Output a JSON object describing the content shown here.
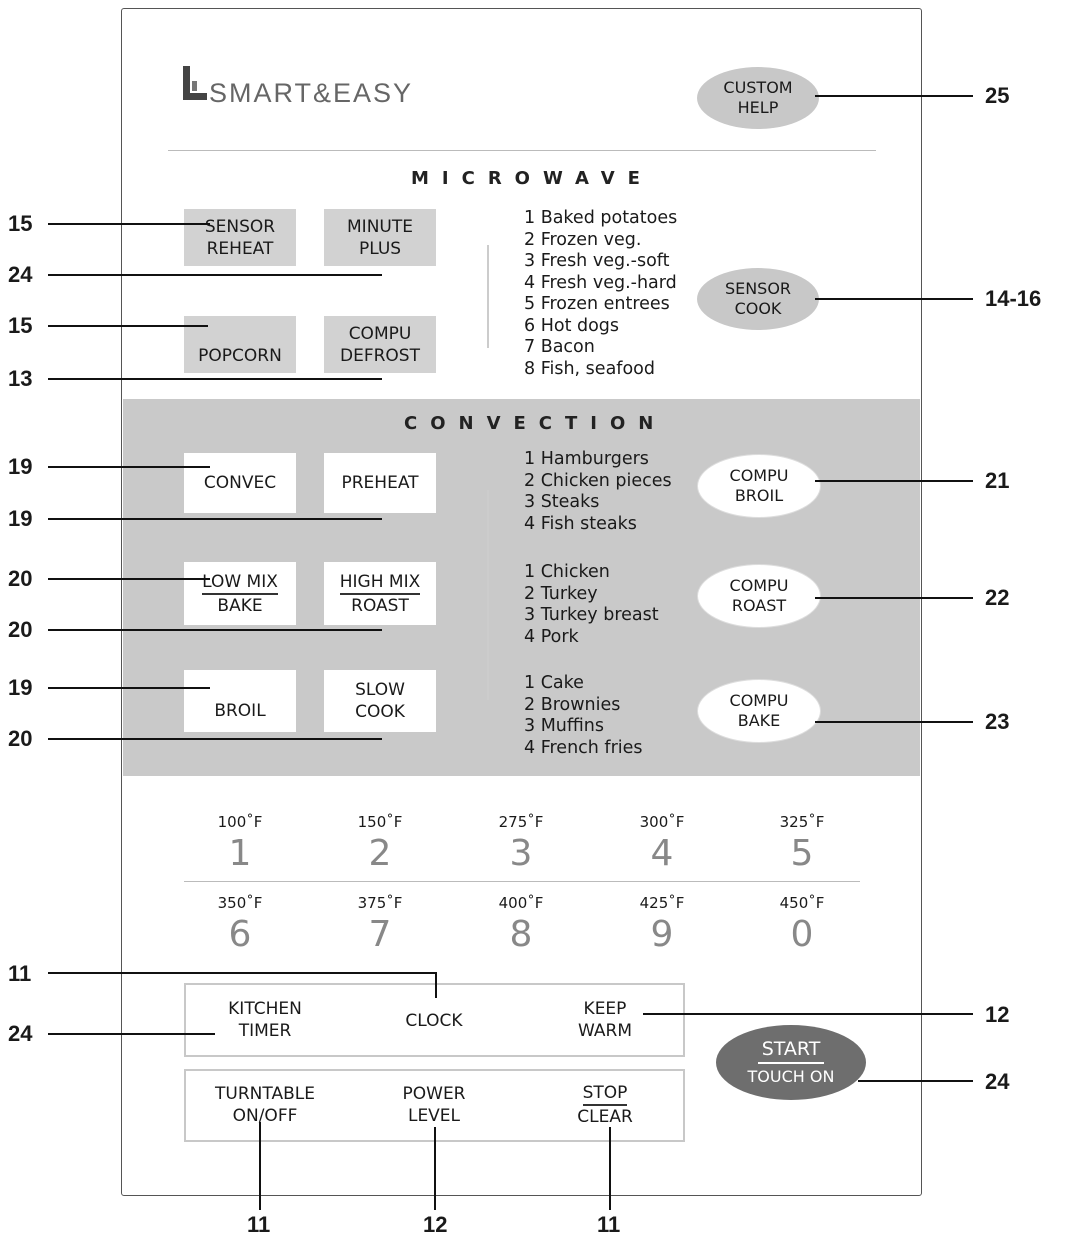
{
  "brand": {
    "logo_text": "SMART&EASY"
  },
  "sections": {
    "microwave_title": "MICROWAVE",
    "convection_title": "CONVECTION"
  },
  "buttons": {
    "custom_help": [
      "CUSTOM",
      "HELP"
    ],
    "sensor_reheat": [
      "SENSOR",
      "REHEAT"
    ],
    "minute_plus": [
      "MINUTE",
      "PLUS"
    ],
    "popcorn": "POPCORN",
    "compu_defrost": [
      "COMPU",
      "DEFROST"
    ],
    "sensor_cook": [
      "SENSOR",
      "COOK"
    ],
    "convec": "CONVEC",
    "preheat": "PREHEAT",
    "low_mix_bake": [
      "LOW MIX",
      "BAKE"
    ],
    "high_mix_roast": [
      "HIGH MIX",
      "ROAST"
    ],
    "broil": "BROIL",
    "slow_cook": [
      "SLOW",
      "COOK"
    ],
    "compu_broil": [
      "COMPU",
      "BROIL"
    ],
    "compu_roast": [
      "COMPU",
      "ROAST"
    ],
    "compu_bake": [
      "COMPU",
      "BAKE"
    ],
    "kitchen_timer": [
      "KITCHEN",
      "TIMER"
    ],
    "clock": "CLOCK",
    "keep_warm": [
      "KEEP",
      "WARM"
    ],
    "turntable": [
      "TURNTABLE",
      "ON/OFF"
    ],
    "power_level": [
      "POWER",
      "LEVEL"
    ],
    "stop_clear": [
      "STOP",
      "CLEAR"
    ],
    "start": [
      "START",
      "TOUCH ON"
    ]
  },
  "lists": {
    "sensor_cook": [
      "1 Baked potatoes",
      "2 Frozen veg.",
      "3 Fresh veg.-soft",
      "4 Fresh veg.-hard",
      "5 Frozen entrees",
      "6 Hot dogs",
      "7 Bacon",
      "8 Fish, seafood"
    ],
    "compu_broil": [
      "1 Hamburgers",
      "2 Chicken pieces",
      "3 Steaks",
      "4 Fish steaks"
    ],
    "compu_roast": [
      "1 Chicken",
      "2 Turkey",
      "3 Turkey breast",
      "4 Pork"
    ],
    "compu_bake": [
      "1 Cake",
      "2 Brownies",
      "3 Muffins",
      "4 French fries"
    ]
  },
  "keypad": [
    {
      "temp": "100˚F",
      "digit": "1"
    },
    {
      "temp": "150˚F",
      "digit": "2"
    },
    {
      "temp": "275˚F",
      "digit": "3"
    },
    {
      "temp": "300˚F",
      "digit": "4"
    },
    {
      "temp": "325˚F",
      "digit": "5"
    },
    {
      "temp": "350˚F",
      "digit": "6"
    },
    {
      "temp": "375˚F",
      "digit": "7"
    },
    {
      "temp": "400˚F",
      "digit": "8"
    },
    {
      "temp": "425˚F",
      "digit": "9"
    },
    {
      "temp": "450˚F",
      "digit": "0"
    }
  ],
  "callouts": {
    "left": [
      "15",
      "24",
      "15",
      "13",
      "19",
      "19",
      "20",
      "20",
      "19",
      "20",
      "11",
      "24"
    ],
    "right": [
      "25",
      "14-16",
      "21",
      "22",
      "23",
      "12",
      "24"
    ],
    "bottom": [
      "11",
      "12",
      "11"
    ]
  }
}
